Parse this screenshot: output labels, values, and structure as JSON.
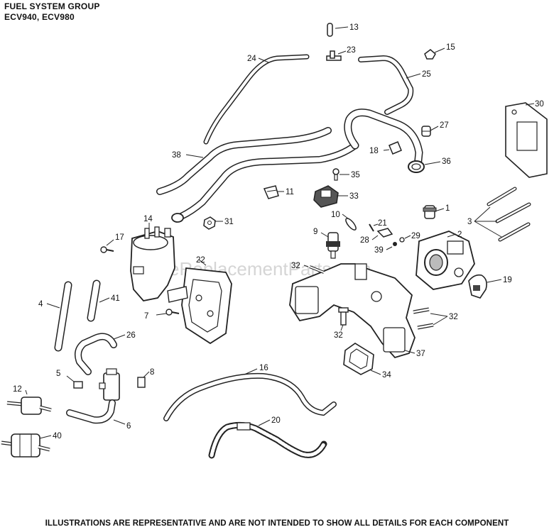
{
  "header": {
    "title": "FUEL SYSTEM GROUP",
    "models": "ECV940, ECV980"
  },
  "watermark": "eReplacementParts.com",
  "footer": {
    "disclaimer": "ILLUSTRATIONS ARE REPRESENTATIVE AND ARE NOT INTENDED TO SHOW ALL DETAILS FOR EACH COMPONENT"
  },
  "callouts": {
    "c1": "1",
    "c2": "2",
    "c3": "3",
    "c4": "4",
    "c5": "5",
    "c6": "6",
    "c7": "7",
    "c8": "8",
    "c9": "9",
    "c10": "10",
    "c11": "11",
    "c12": "12",
    "c13": "13",
    "c14": "14",
    "c15": "15",
    "c16": "16",
    "c17": "17",
    "c18": "18",
    "c19": "19",
    "c20": "20",
    "c21": "21",
    "c22": "22",
    "c23": "23",
    "c24": "24",
    "c25": "25",
    "c26": "26",
    "c27": "27",
    "c28": "28",
    "c29": "29",
    "c30": "30",
    "c31": "31",
    "c32a": "32",
    "c32b": "32",
    "c32c": "32",
    "c33": "33",
    "c34": "34",
    "c35": "35",
    "c36": "36",
    "c37": "37",
    "c38": "38",
    "c39": "39",
    "c40": "40",
    "c41": "41"
  },
  "colors": {
    "line": "#222222",
    "part_fill": "#ffffff",
    "shade": "#9a9a9a"
  }
}
